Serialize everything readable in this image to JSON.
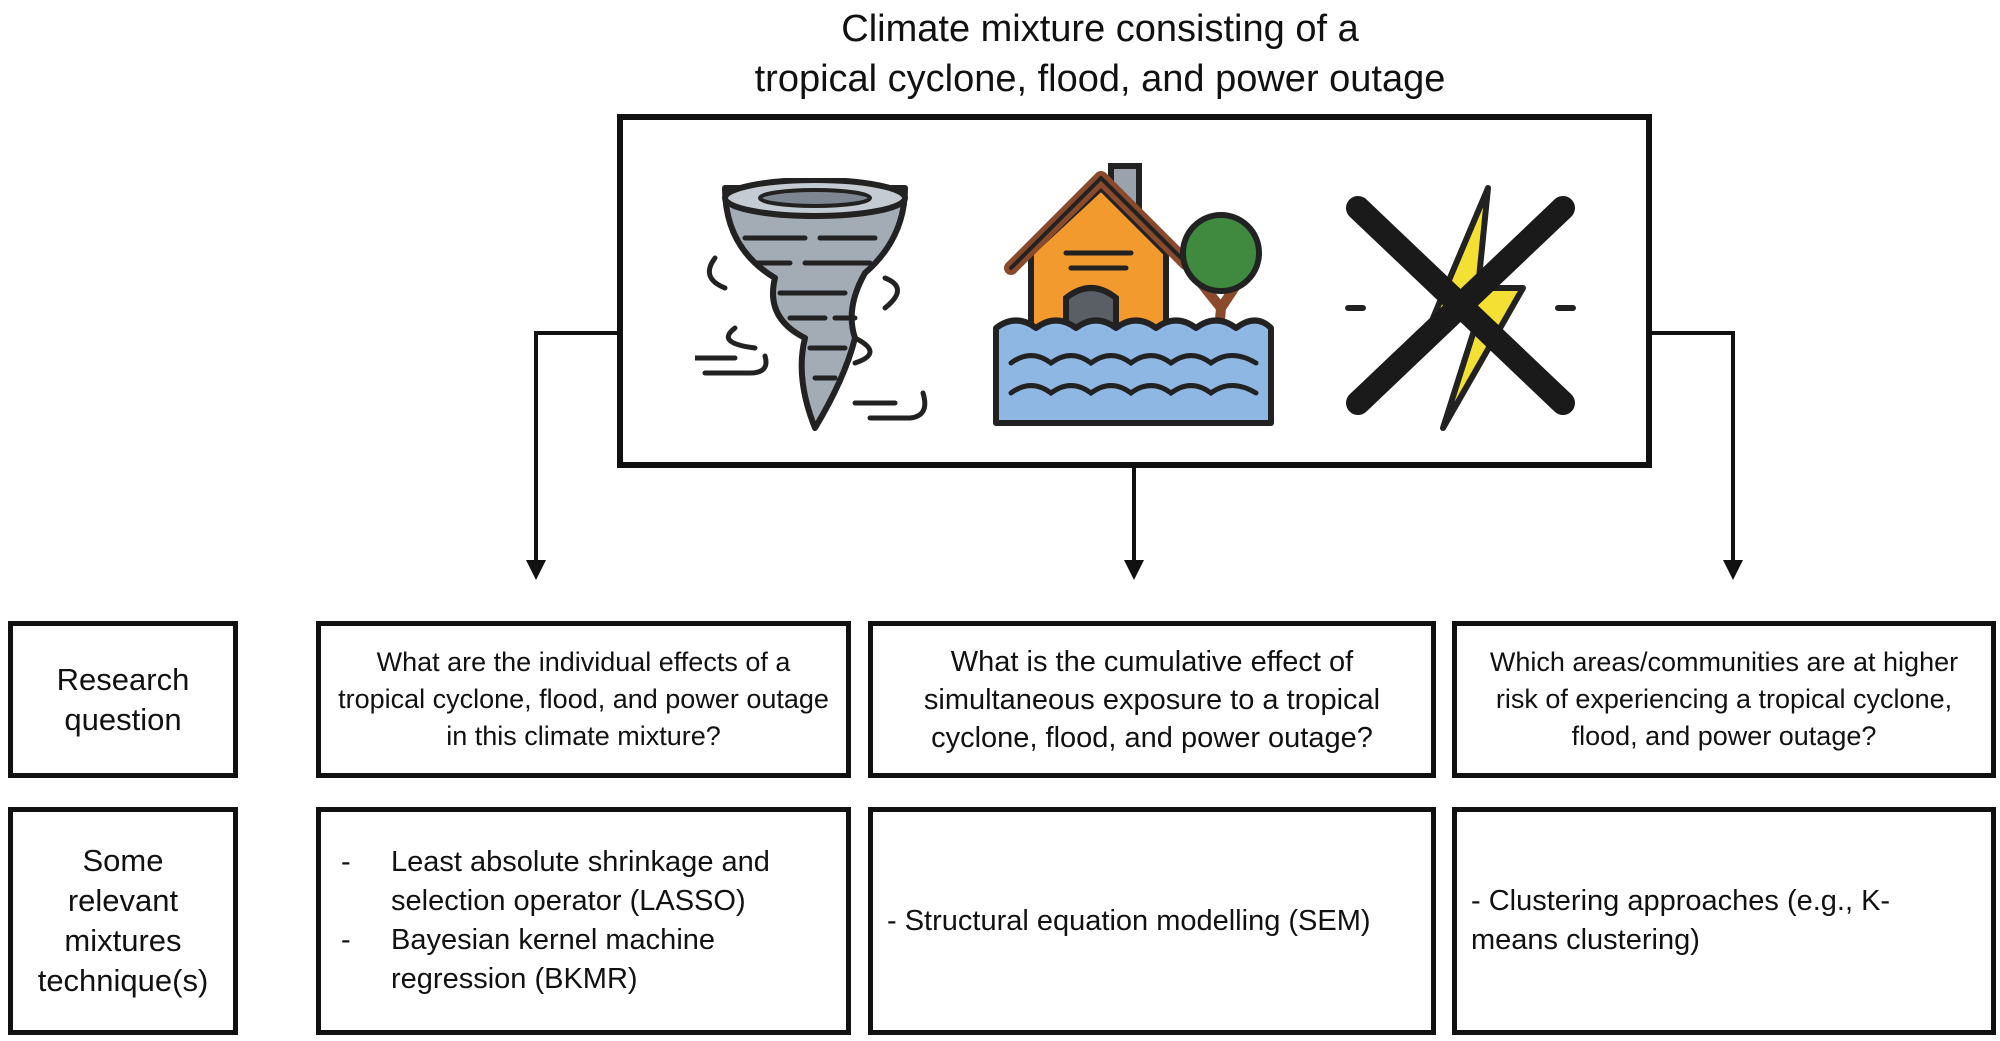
{
  "title": {
    "line1": "Climate mixture consisting of a",
    "line2": "tropical cyclone, flood, and power outage"
  },
  "hazards": [
    {
      "name": "tropical cyclone",
      "icon": "tornado-icon"
    },
    {
      "name": "flood",
      "icon": "flooded-house-icon"
    },
    {
      "name": "power outage",
      "icon": "crossed-lightning-bolt-icon"
    }
  ],
  "rows": {
    "research_question_label": "Research question",
    "techniques_label": "Some relevant mixtures technique(s)"
  },
  "columns": [
    {
      "question": "What are the individual effects of a tropical cyclone, flood, and power outage in this climate mixture?",
      "techniques": [
        {
          "dash": "-",
          "text": "Least absolute shrinkage and selection operator (LASSO)"
        },
        {
          "dash": "-",
          "text": "Bayesian kernel machine regression (BKMR)"
        }
      ]
    },
    {
      "question": "What is the cumulative effect of simultaneous exposure to a tropical cyclone, flood, and power outage?",
      "techniques_text": "- Structural equation modelling (SEM)"
    },
    {
      "question": "Which areas/communities are at higher risk of experiencing a tropical cyclone, flood, and power outage?",
      "techniques_text": "- Clustering approaches (e.g., K-means clustering)"
    }
  ],
  "colors": {
    "line": "#111111",
    "tornado": "#9aa3ad",
    "house_wall": "#f29a2e",
    "roof": "#8a4a2b",
    "water": "#8fb7e3",
    "tree": "#3f8a3f",
    "bolt": "#f3e033"
  }
}
